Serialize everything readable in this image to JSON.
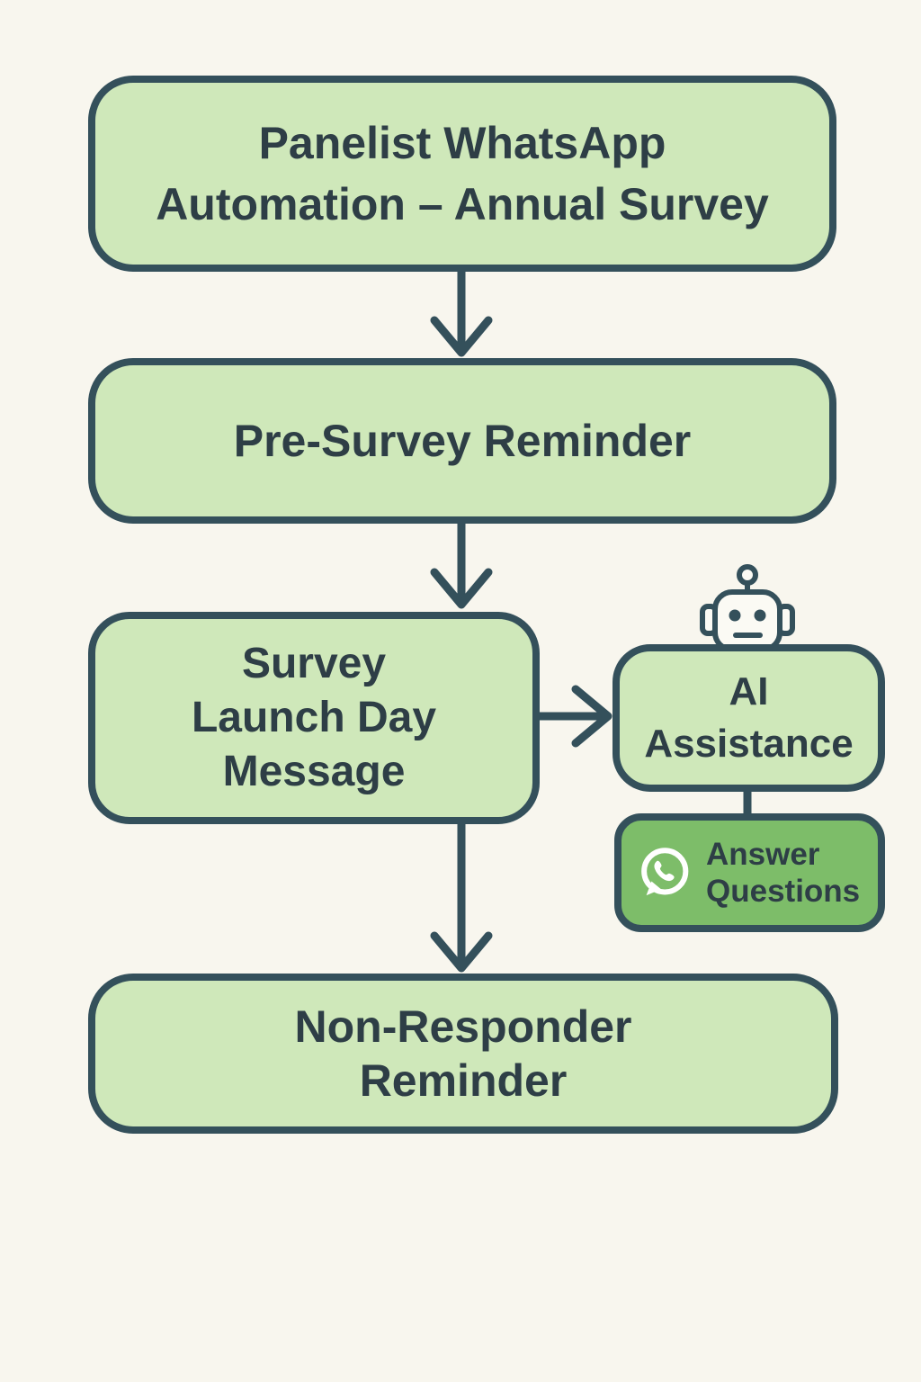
{
  "colors": {
    "background": "#f8f6ee",
    "node_fill_light": "#cfe8ba",
    "node_fill_medium": "#7dbd69",
    "outline": "#34505b",
    "text": "#2e3e46",
    "robot_face": "#fbfaf4",
    "icon_white": "#ffffff"
  },
  "flowchart": {
    "title_node": {
      "lines": [
        "Panelist WhatsApp",
        "Automation – Annual Survey"
      ]
    },
    "presurvey_node": {
      "lines": [
        "Pre-Survey Reminder"
      ]
    },
    "launch_node": {
      "lines": [
        "Survey",
        "Launch Day",
        "Message"
      ]
    },
    "ai_node": {
      "lines": [
        "AI",
        "Assistance"
      ]
    },
    "answer_node": {
      "lines": [
        "Answer",
        "Questions"
      ]
    },
    "nonresponder_node": {
      "lines": [
        "Non-Responder",
        "Reminder"
      ]
    },
    "icons": {
      "robot": "robot-icon",
      "whatsapp": "whatsapp-icon"
    }
  }
}
